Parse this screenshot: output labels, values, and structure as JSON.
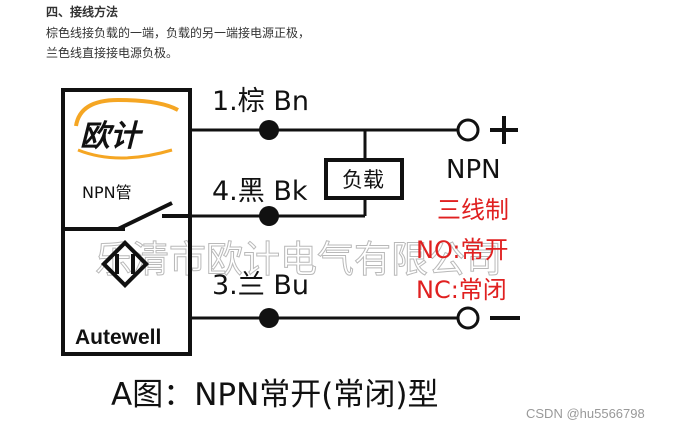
{
  "section": {
    "title": "四、接线方法",
    "line1": "棕色线接负载的一端，负载的另一端接电源正极，",
    "line2": "兰色线直接接电源负极。"
  },
  "diagram": {
    "logo_text": "欧计",
    "sensor_type": "NPN管",
    "brand": "Autewell",
    "wires": [
      {
        "label": "1.棕 Bn"
      },
      {
        "label": "4.黑 Bk"
      },
      {
        "label": "3.兰 Bu"
      }
    ],
    "load_label": "负载",
    "terminal_plus": "+",
    "terminal_minus": "−",
    "npn_label": "NPN",
    "notes": [
      "三线制",
      "NO:常开",
      "NC:常闭"
    ],
    "caption": "A图：NPN常开(常闭)型",
    "watermark": "乐清市欧计电气有限公司"
  },
  "footer": {
    "credit": "CSDN @hu5566798"
  },
  "colors": {
    "text": "#333333",
    "line": "#111111",
    "note_red": "#e02020",
    "watermark": "#b9b9b9",
    "logo_orange": "#f5a623"
  }
}
